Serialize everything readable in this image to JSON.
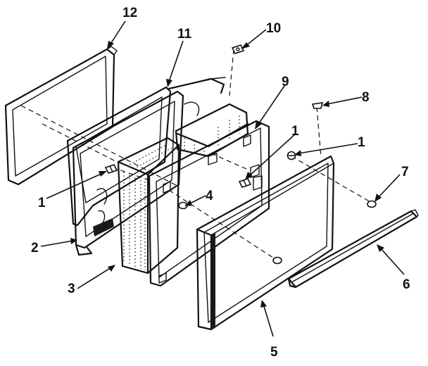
{
  "callouts": [
    {
      "id": "c12",
      "text": "12"
    },
    {
      "id": "c11",
      "text": "11"
    },
    {
      "id": "c10",
      "text": "10"
    },
    {
      "id": "c9",
      "text": "9"
    },
    {
      "id": "c8",
      "text": "8"
    },
    {
      "id": "c1a",
      "text": "1"
    },
    {
      "id": "c1b",
      "text": "1"
    },
    {
      "id": "c1c",
      "text": "1"
    },
    {
      "id": "c7",
      "text": "7"
    },
    {
      "id": "c4",
      "text": "4"
    },
    {
      "id": "c2",
      "text": "2"
    },
    {
      "id": "c3",
      "text": "3"
    },
    {
      "id": "c6",
      "text": "6"
    },
    {
      "id": "c5",
      "text": "5"
    }
  ]
}
